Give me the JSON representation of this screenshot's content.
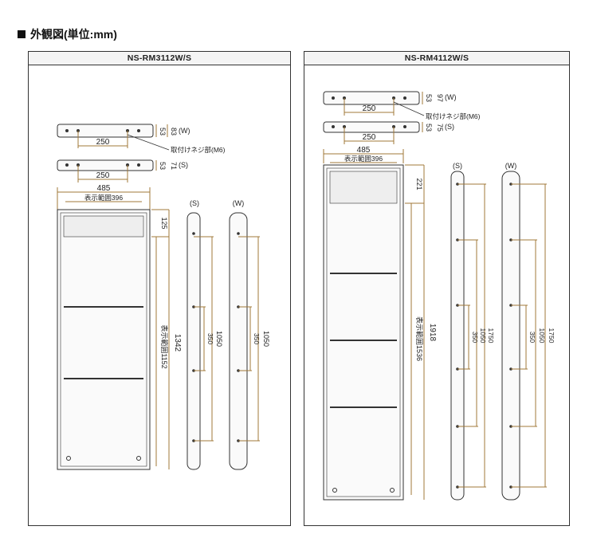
{
  "heading": "外観図(単位:mm)",
  "colors": {
    "dim_line": "#a07838",
    "outline": "#333333"
  },
  "left_panel": {
    "title": "NS-RM3112W/S",
    "top_w": {
      "width_label": "250",
      "depth_label": "83",
      "sub_label": "53",
      "tag": "(W)"
    },
    "mount_label": "取付けネジ部(M6)",
    "top_s": {
      "width_label": "250",
      "depth_label": "71",
      "sub_label": "53",
      "tag": "(S)"
    },
    "front": {
      "width_label": "485",
      "display_label": "表示範囲396",
      "top_label": "125",
      "height_label": "1342",
      "inner_label": "表示範囲1152"
    },
    "side_s": {
      "tag": "(S)",
      "outer_label": "1050",
      "inner_label": "350"
    },
    "side_w": {
      "tag": "(W)",
      "outer_label": "1050",
      "inner_label": "350"
    }
  },
  "right_panel": {
    "title": "NS-RM4112W/S",
    "top_w": {
      "width_label": "250",
      "depth_label": "97",
      "sub_label": "53",
      "tag": "(W)"
    },
    "mount_label": "取付けネジ部(M6)",
    "top_s": {
      "width_label": "250",
      "depth_label": "75",
      "sub_label": "53",
      "tag": "(S)"
    },
    "front": {
      "width_label": "485",
      "display_label": "表示範囲396",
      "top_label": "221",
      "height_label": "1918",
      "inner_label": "表示範囲1536"
    },
    "side_s": {
      "tag": "(S)",
      "outer_label": "1750",
      "mid_label": "1050",
      "inner_label": "350"
    },
    "side_w": {
      "tag": "(W)",
      "outer_label": "1750",
      "mid_label": "1050",
      "inner_label": "350"
    }
  }
}
